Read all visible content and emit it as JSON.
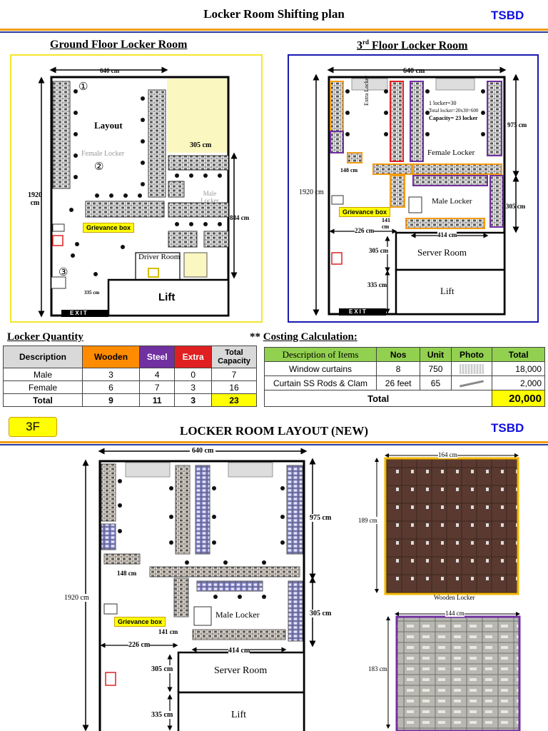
{
  "header": {
    "title": "Locker Room Shifting plan",
    "brand": "TSBD"
  },
  "ground": {
    "title": "Ground Floor Locker Room",
    "dim_top": "640 cm",
    "dim_left": "1920 cm",
    "dim_right": "884 cm",
    "dim_305": "305 cm",
    "dim_335": "335 cm",
    "layout": "Layout",
    "female": "Female Locker",
    "male": "Male Locker",
    "grievance": "Grievance box",
    "driver": "Driver Room",
    "lift": "Lift",
    "exit": "EXIT",
    "marker1": "①",
    "marker2": "②",
    "marker3": "③"
  },
  "third": {
    "title_pre": "3",
    "title_sup": "rd",
    "title_post": " Floor Locker Room",
    "dim_top": "640 cm",
    "dim_left": "1920 cm",
    "dim_975": "975 cm",
    "dim_305": "305 cm",
    "dim_148": "148 cm",
    "dim_226": "226 cm",
    "dim_141": "141 cm",
    "dim_414": "414 cm",
    "dim_305b": "305 cm",
    "dim_335": "335 cm",
    "extra": "Extra Locker",
    "note1": "1 locker=30",
    "note2": "Total locker=20x30=600",
    "note3": "Capacity= 23 locker",
    "female": "Female Locker",
    "male": "Male Locker",
    "grievance": "Grievance box",
    "server": "Server Room",
    "lift": "Lift",
    "exit": "EXIT"
  },
  "quantity": {
    "title": "Locker Quantity",
    "headers": [
      "Description",
      "Wooden",
      "Steel",
      "Extra",
      "Total Capacity"
    ],
    "rows": [
      [
        "Male",
        "3",
        "4",
        "0",
        "7"
      ],
      [
        "Female",
        "6",
        "7",
        "3",
        "16"
      ],
      [
        "Total",
        "9",
        "11",
        "3",
        "23"
      ]
    ],
    "colors": {
      "wooden": "#ff8c00",
      "steel": "#7030a0",
      "extra": "#e02020",
      "highlight": "#ffff00"
    }
  },
  "costing": {
    "title_prefix": "** ",
    "title": "Costing Calculation:",
    "headers": [
      "Description of Items",
      "Nos",
      "Unit",
      "Photo",
      "Total"
    ],
    "rows": [
      [
        "Window curtains",
        "8",
        "750",
        "",
        "18,000"
      ],
      [
        "Curtain SS Rods & Clam",
        "26 feet",
        "65",
        "",
        "2,000"
      ]
    ],
    "total_label": "Total",
    "total_value": "20,000",
    "header_color": "#92d050"
  },
  "section2": {
    "badge": "3F",
    "title": "LOCKER ROOM LAYOUT (NEW)",
    "brand": "TSBD"
  },
  "new_plan": {
    "dim_top": "640 cm",
    "dim_left": "1920 cm",
    "dim_975": "975 cm",
    "dim_305": "305 cm",
    "dim_148": "148 cm",
    "dim_141": "141 cm",
    "dim_226": "226 cm",
    "dim_414": "414 cm",
    "dim_305b": "305 cm",
    "dim_335": "335 cm",
    "male": "Male Locker",
    "grievance": "Grievance box",
    "server": "Server Room",
    "lift": "Lift"
  },
  "photos": {
    "wood_width": "164 cm",
    "wood_height": "189 cm",
    "wood_caption": "Wooden Locker",
    "steel_width": "144 cm",
    "steel_height": "183 cm"
  }
}
